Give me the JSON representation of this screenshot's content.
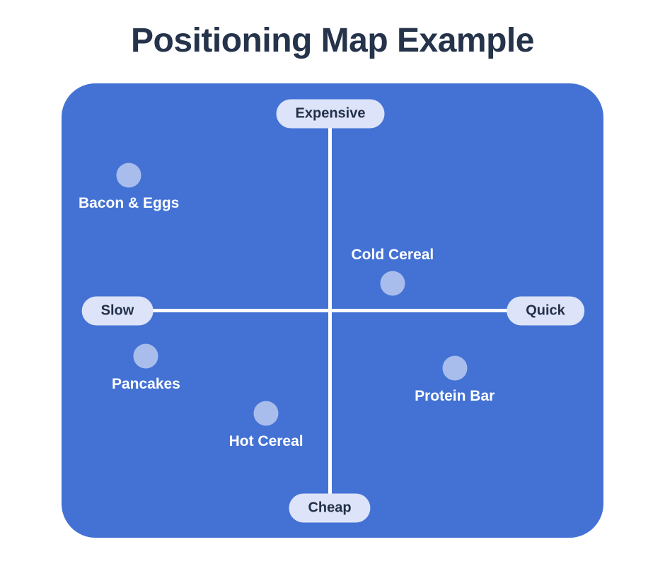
{
  "page": {
    "title": "Positioning Map Example"
  },
  "colors": {
    "background": "#ffffff",
    "card": "#4372d4",
    "axis_line": "#fdfdff",
    "pill_bg": "#dde3f8",
    "pill_text": "#22304a",
    "dot": "#a9bdec",
    "point_label": "#ffffff",
    "title": "#25334b"
  },
  "chart_data": {
    "type": "scatter",
    "title": "Positioning Map Example",
    "subtitle": "",
    "legend": "none",
    "grid": "off",
    "axes": {
      "top": {
        "label": "Expensive"
      },
      "bottom": {
        "label": "Cheap"
      },
      "left": {
        "label": "Slow"
      },
      "right": {
        "label": "Quick"
      },
      "x_range": [
        -1,
        1
      ],
      "y_range": [
        -1,
        1
      ]
    },
    "points": [
      {
        "label": "Bacon & Eggs",
        "x": -0.94,
        "y": 0.69,
        "label_position": "below"
      },
      {
        "label": "Cold Cereal",
        "x": 0.29,
        "y": 0.14,
        "label_position": "above"
      },
      {
        "label": "Pancakes",
        "x": -0.86,
        "y": -0.23,
        "label_position": "below"
      },
      {
        "label": "Hot Cereal",
        "x": -0.3,
        "y": -0.52,
        "label_position": "below"
      },
      {
        "label": "Protein Bar",
        "x": 0.58,
        "y": -0.29,
        "label_position": "below"
      }
    ]
  }
}
